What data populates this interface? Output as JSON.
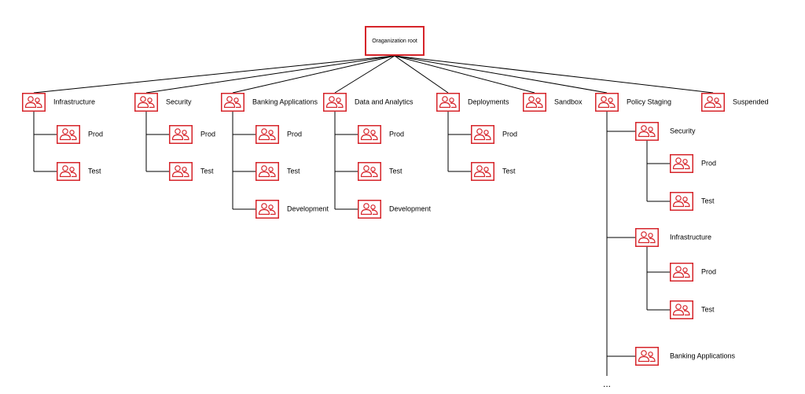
{
  "root": {
    "label": "Oraganization root"
  },
  "ous": [
    {
      "label": "Infrastructure",
      "children": [
        "Prod",
        "Test"
      ]
    },
    {
      "label": "Security",
      "children": [
        "Prod",
        "Test"
      ]
    },
    {
      "label": "Banking Applications",
      "children": [
        "Prod",
        "Test",
        "Development"
      ]
    },
    {
      "label": "Data and Analytics",
      "children": [
        "Prod",
        "Test",
        "Development"
      ]
    },
    {
      "label": "Deployments",
      "children": [
        "Prod",
        "Test"
      ]
    },
    {
      "label": "Sandbox",
      "children": []
    },
    {
      "label": "Policy Staging",
      "children": []
    },
    {
      "label": "Suspended",
      "children": []
    }
  ],
  "policy_staging": {
    "groups": [
      {
        "label": "Security",
        "children": [
          "Prod",
          "Test"
        ]
      },
      {
        "label": "Infrastructure",
        "children": [
          "Prod",
          "Test"
        ]
      },
      {
        "label": "Banking Applications",
        "children": []
      }
    ],
    "continuation": "..."
  },
  "colors": {
    "accent": "#d6242a",
    "line": "#000000",
    "background": "#ffffff"
  },
  "icon": "organizational-unit-users-icon"
}
